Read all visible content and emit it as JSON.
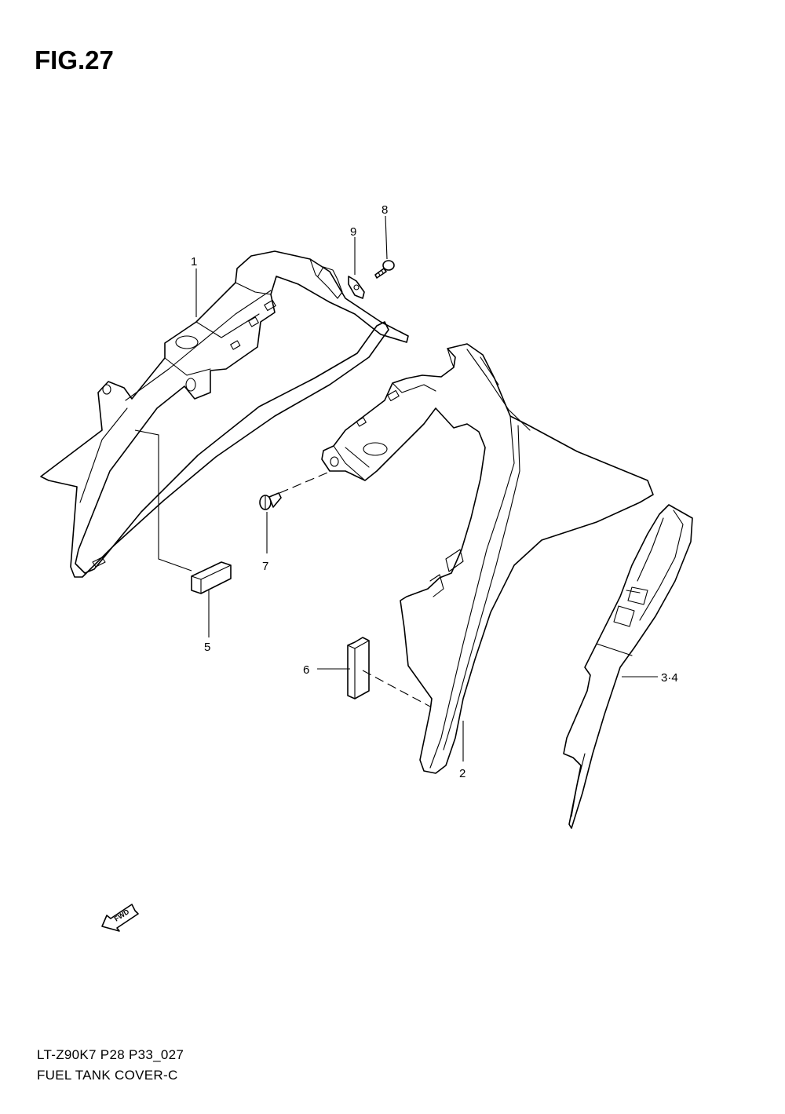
{
  "figure": {
    "title": "FIG.27"
  },
  "callouts": [
    {
      "id": "1",
      "label": "1"
    },
    {
      "id": "2",
      "label": "2"
    },
    {
      "id": "3-4",
      "label": "3·4"
    },
    {
      "id": "5",
      "label": "5"
    },
    {
      "id": "6",
      "label": "6"
    },
    {
      "id": "7",
      "label": "7"
    },
    {
      "id": "8",
      "label": "8"
    },
    {
      "id": "9",
      "label": "9"
    }
  ],
  "direction_marker": {
    "label": "FWD",
    "icon": "fwd-arrow-icon"
  },
  "footer": {
    "model_code": "LT-Z90K7 P28 P33_027",
    "section_name": "FUEL TANK COVER-C"
  }
}
